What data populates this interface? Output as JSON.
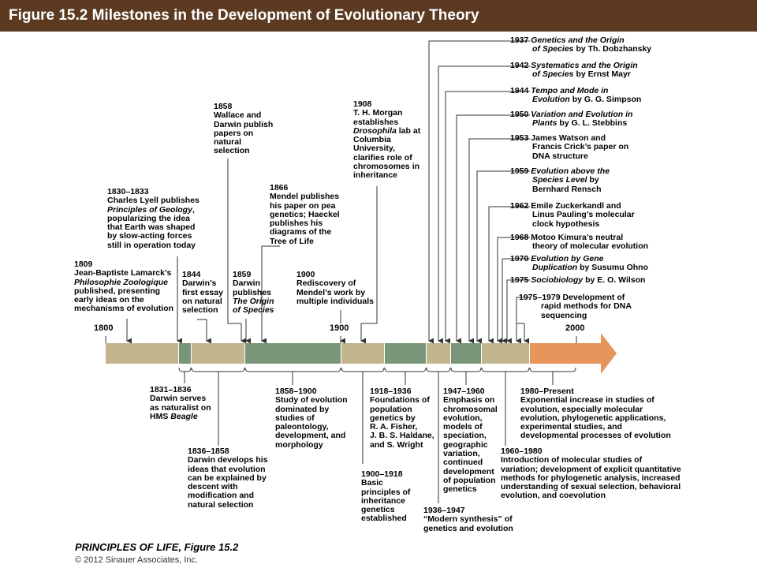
{
  "title": "Figure 15.2  Milestones in the Development of Evolutionary Theory",
  "axis": {
    "start": "1800",
    "mid": "1900",
    "end": "2000"
  },
  "colors": {
    "header": "#5c3921",
    "tan": "#c2b48c",
    "green": "#7a9678",
    "orange": "#e8955c"
  },
  "above": [
    {
      "year": "1809",
      "text": "Jean-Baptiste Lamarck’s\n<i>Philosophie Zoologique</i>\npublished, presenting\nearly ideas on the\nmechanisms of evolution"
    },
    {
      "year": "1830–1833",
      "text": "Charles Lyell publishes\n<i>Principles of Geology</i>,\npopularizing the idea\nthat Earth was shaped\nby slow-acting forces\nstill in operation today"
    },
    {
      "year": "1844",
      "text": "Darwin’s\nfirst essay\non natural\nselection"
    },
    {
      "year": "1858",
      "text": "Wallace and\nDarwin publish\npapers on\nnatural\nselection"
    },
    {
      "year": "1859",
      "text": "Darwin\npublishes\n<i>The Origin\nof Species</i>"
    },
    {
      "year": "1866",
      "text": "Mendel publishes\nhis paper on pea\ngenetics; Haeckel\npublishes his\ndiagrams of the\nTree of Life"
    },
    {
      "year": "1900",
      "text": "Rediscovery of\nMendel’s work by\nmultiple individuals"
    },
    {
      "year": "1908",
      "text": "T. H. Morgan\nestablishes\n<i>Drosophila</i> lab at\nColumbia\nUniversity,\nclarifies role of\nchromosomes in\ninheritance"
    }
  ],
  "right": [
    {
      "year": "1937",
      "first": "<i>Genetics and the Origin</i>",
      "text": "<i>of Species</i> by Th. Dobzhansky"
    },
    {
      "year": "1942",
      "first": "<i>Systematics and the Origin</i>",
      "text": "<i>of Species</i> by Ernst Mayr"
    },
    {
      "year": "1944",
      "first": "<i>Tempo and Mode in</i>",
      "text": "<i>Evolution</i> by G. G. Simpson"
    },
    {
      "year": "1950",
      "first": "<i>Variation and Evolution in</i>",
      "text": "<i>Plants</i> by G. L. Stebbins"
    },
    {
      "year": "1953",
      "first": "James Watson and",
      "text": "Francis Crick’s paper on\nDNA structure"
    },
    {
      "year": "1959",
      "first": "<i>Evolution above the</i>",
      "text": "<i>Species Level</i> by\nBernhard Rensch"
    },
    {
      "year": "1962",
      "first": "Emile Zuckerkandl and",
      "text": "Linus Pauling’s molecular\nclock hypothesis"
    },
    {
      "year": "1968",
      "first": "Motoo Kimura’s neutral",
      "text": "theory of molecular evolution"
    },
    {
      "year": "1970",
      "first": "<i>Evolution by Gene</i>",
      "text": "<i>Duplication</i> by Susumu Ohno"
    },
    {
      "year": "1975",
      "first": "<i>Sociobiology</i> by E. O. Wilson",
      "text": ""
    },
    {
      "year": "1975–1979",
      "first": "Development of",
      "text": "rapid methods for DNA\nsequencing"
    }
  ],
  "below": [
    {
      "year": "1831–1836",
      "text": "Darwin serves\nas naturalist on\nHMS <i>Beagle</i>"
    },
    {
      "year": "1836–1858",
      "text": "Darwin develops his\nideas that evolution\ncan be explained by\ndescent with\nmodification and\nnatural selection"
    },
    {
      "year": "1858–1900",
      "text": "Study of evolution\ndominated by\nstudies of\npaleontology,\ndevelopment, and\nmorphology"
    },
    {
      "year": "1900–1918",
      "text": "Basic\nprinciples of\ninheritance\ngenetics\nestablished"
    },
    {
      "year": "1918–1936",
      "text": "Foundations of\npopulation\ngenetics by\nR. A. Fisher,\nJ. B. S. Haldane,\nand S. Wright"
    },
    {
      "year": "1936–1947",
      "text": "“Modern synthesis” of\ngenetics and evolution"
    },
    {
      "year": "1947–1960",
      "text": "Emphasis on\nchromosomal\nevolution,\nmodels of\nspeciation,\ngeographic\nvariation,\ncontinued\ndevelopment\nof population\ngenetics"
    },
    {
      "year": "1960–1980",
      "text": "Introduction of molecular studies of\nvariation; development of explicit quantitative\nmethods for phylogenetic analysis, increased\nunderstanding of sexual selection, behavioral\nevolution, and coevolution"
    },
    {
      "year": "1980–Present",
      "text": "Exponential increase in studies of\nevolution, especially molecular\nevolution, phylogenetic applications,\nexperimental studies, and\ndevelopmental processes of evolution"
    }
  ],
  "footer": {
    "book": "PRINCIPLES OF LIFE, Figure 15.2",
    "copyright": "© 2012 Sinauer Associates, Inc."
  }
}
